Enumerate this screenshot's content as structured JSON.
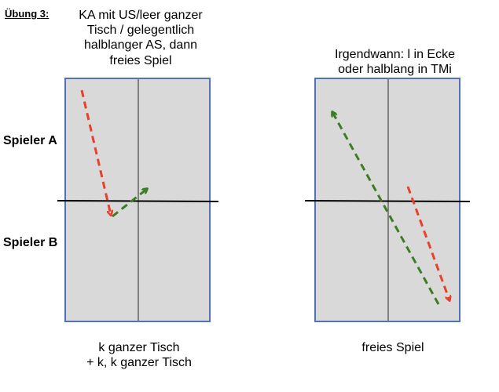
{
  "exercise_title": "Übung 3:",
  "left_heading": [
    "KA mit US/leer ganzer",
    "Tisch / gelegentlich",
    "halblanger AS, dann",
    "freies Spiel"
  ],
  "right_heading": [
    "Irgendwann: l in Ecke",
    "oder halblang in TMi"
  ],
  "player_a": "Spieler A",
  "player_b": "Spieler B",
  "left_caption": [
    "k ganzer Tisch",
    "+ k, k ganzer Tisch"
  ],
  "right_caption": "freies Spiel",
  "colors": {
    "table": "#d9d9d9",
    "table_border": "#4f72b8",
    "center_line": "#808080",
    "net": "#000000",
    "red_arrow": "#e8402a",
    "green_arrow": "#3b7d23"
  },
  "icons": [
    "red-dashed-arrow-icon",
    "green-dashed-arrow-icon"
  ]
}
